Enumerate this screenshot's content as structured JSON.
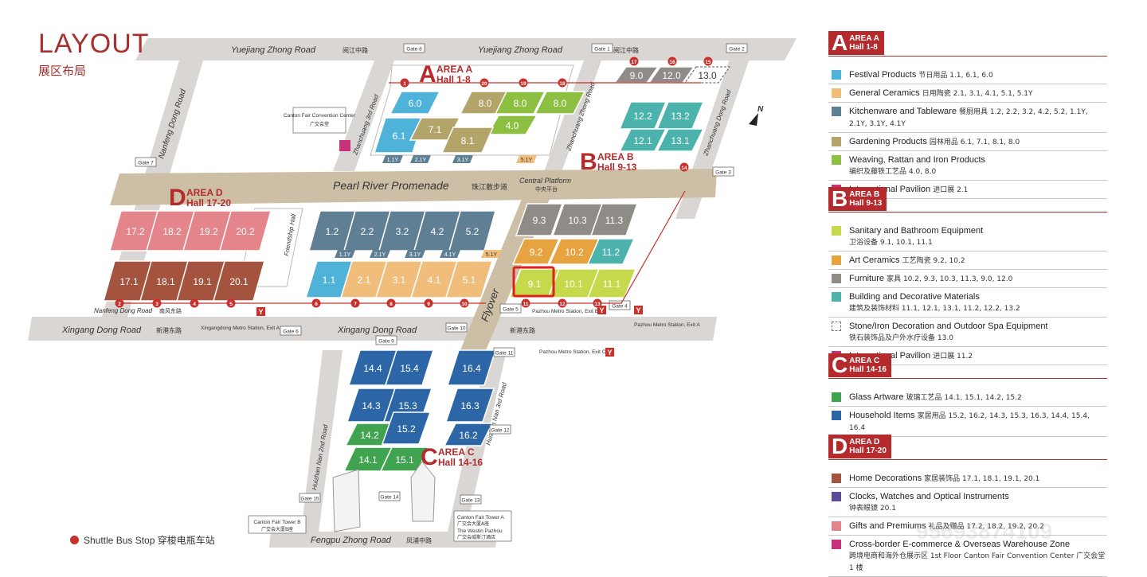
{
  "header": {
    "title": "LAYOUT",
    "subtitle": "展区布局"
  },
  "roads": {
    "yuejiang_left": "Yuejiang Zhong Road",
    "yuejiang_left_cn": "阅江中路",
    "yuejiang_right": "Yuejiang Zhong Road",
    "yuejiang_right_cn": "阅江中路",
    "nanfeng": "Nanfeng Dong Road",
    "nanfeng_low": "Nanfeng Dong Road",
    "nanfeng_low_cn": "南风东路",
    "xingang_left": "Xingang Dong Road",
    "xingang_left_cn": "新港东路",
    "xingang_mid": "Xingang Dong Road",
    "xingang_mid_cn": "新港东路",
    "zhanchuang3": "Zhanchuang 3rd Road",
    "zhanchuang_zhong": "Zhanchuang Zhong Road",
    "zhanchuang_dong": "Zhanchuang Dong Road",
    "huizhan2": "Huizhan Nan 2nd Road",
    "huizhan3": "Huizhan Nan 3rd Road",
    "fengpu": "Fengpu Zhong Road",
    "fengpu_cn": "凤浦中路",
    "pearl": "Pearl River Promenade",
    "pearl_cn": "珠江散步道",
    "central": "Central Platform",
    "central_cn": "中央平台",
    "flyover": "Flyover",
    "friendship": "Friendship Hall"
  },
  "areas": {
    "a": {
      "letter": "A",
      "name": "AREA A",
      "halls": "Hall 1-8"
    },
    "b": {
      "letter": "B",
      "name": "AREA B",
      "halls": "Hall 9-13"
    },
    "c": {
      "letter": "C",
      "name": "AREA C",
      "halls": "Hall 14-16"
    },
    "d": {
      "letter": "D",
      "name": "AREA D",
      "halls": "Hall 17-20"
    }
  },
  "gates": [
    "Gate 1",
    "Gate 2",
    "Gate 3",
    "Gate 4",
    "Gate 5",
    "Gate 6",
    "Gate 7",
    "Gate 8",
    "Gate 9",
    "Gate 10",
    "Gate 11",
    "Gate 12",
    "Gate 13",
    "Gate 14",
    "Gate 15"
  ],
  "places": {
    "convention": "Canton Fair Convention Center",
    "convention_cn": "广交会堂",
    "metro_xingangdong": "Xingangdong Metro Station, Exit A",
    "metro_pazhou_b": "Pazhou Metro Station, Exit B",
    "metro_pazhou_a": "Pazhou Metro Station, Exit A",
    "metro_pazhou_c": "Pazhou Metro Station, Exit C",
    "tower_b": "Canton Fair Tower B",
    "tower_b_cn": "广交会大厦B座",
    "tower_a": "Canton Fair Tower A",
    "tower_a_cn": "广交会大厦A座",
    "westin": "The Westin Pazhou",
    "westin_cn": "广交会威斯汀酒店"
  },
  "halls": [
    {
      "id": "6.0",
      "c": "#4fb3d9"
    },
    {
      "id": "8.0",
      "c": "#b3a46a"
    },
    {
      "id": "8.0b",
      "label": "8.0",
      "c": "#8dbf43"
    },
    {
      "id": "4.0",
      "c": "#8dbf43"
    },
    {
      "id": "8.0c",
      "label": "8.0",
      "c": "#8dbf43"
    },
    {
      "id": "6.1",
      "c": "#4fb3d9"
    },
    {
      "id": "7.1",
      "c": "#b3a46a"
    },
    {
      "id": "8.1",
      "c": "#b3a46a"
    },
    {
      "id": "9.0",
      "c": "#8f8b87"
    },
    {
      "id": "12.0",
      "c": "#8f8b87"
    },
    {
      "id": "13.0",
      "c": "none"
    },
    {
      "id": "12.2",
      "c": "#4bb3ac"
    },
    {
      "id": "13.2",
      "c": "#4bb3ac"
    },
    {
      "id": "12.1",
      "c": "#4bb3ac"
    },
    {
      "id": "13.1",
      "c": "#4bb3ac"
    },
    {
      "id": "17.2",
      "c": "#e3858a"
    },
    {
      "id": "18.2",
      "c": "#e3858a"
    },
    {
      "id": "19.2",
      "c": "#e3858a"
    },
    {
      "id": "20.2",
      "c": "#e3858a"
    },
    {
      "id": "17.1",
      "c": "#a4533f"
    },
    {
      "id": "18.1",
      "c": "#a4533f"
    },
    {
      "id": "19.1",
      "c": "#a4533f"
    },
    {
      "id": "20.1",
      "c": "#a4533f"
    },
    {
      "id": "1.2",
      "c": "#5f7f95"
    },
    {
      "id": "2.2",
      "c": "#5f7f95"
    },
    {
      "id": "3.2",
      "c": "#5f7f95"
    },
    {
      "id": "4.2",
      "c": "#5f7f95"
    },
    {
      "id": "5.2",
      "c": "#5f7f95"
    },
    {
      "id": "1.1",
      "c": "#4fb3d9"
    },
    {
      "id": "2.1",
      "c": "#f0be7a"
    },
    {
      "id": "3.1",
      "c": "#f0be7a"
    },
    {
      "id": "4.1",
      "c": "#f0be7a"
    },
    {
      "id": "5.1",
      "c": "#f0be7a"
    },
    {
      "id": "9.3",
      "c": "#8f8b87"
    },
    {
      "id": "10.3",
      "c": "#8f8b87"
    },
    {
      "id": "11.3",
      "c": "#8f8b87"
    },
    {
      "id": "9.2",
      "c": "#e8a341"
    },
    {
      "id": "10.2",
      "c": "#e8a341"
    },
    {
      "id": "11.2",
      "c": "#4bb3ac"
    },
    {
      "id": "9.1",
      "c": "#c5d94a"
    },
    {
      "id": "10.1",
      "c": "#c5d94a"
    },
    {
      "id": "11.1",
      "c": "#c5d94a"
    },
    {
      "id": "14.4",
      "c": "#2d66a6"
    },
    {
      "id": "15.4",
      "c": "#2d66a6"
    },
    {
      "id": "16.4",
      "c": "#2d66a6"
    },
    {
      "id": "14.3",
      "c": "#2d66a6"
    },
    {
      "id": "15.3",
      "c": "#2d66a6"
    },
    {
      "id": "16.3",
      "c": "#2d66a6"
    },
    {
      "id": "14.2",
      "c": "#3fa34f"
    },
    {
      "id": "15.2",
      "c": "#2d66a6"
    },
    {
      "id": "16.2",
      "c": "#2d66a6"
    },
    {
      "id": "14.1",
      "c": "#3fa34f"
    },
    {
      "id": "15.1",
      "c": "#3fa34f"
    }
  ],
  "minihalls": [
    "1.1Y",
    "2.1Y",
    "3.1Y",
    "5.1Y",
    "1.1Y",
    "2.1Y",
    "3.1Y",
    "4.1Y",
    "5.1Y"
  ],
  "stops": [
    "1",
    "2",
    "3",
    "4",
    "5",
    "6",
    "7",
    "8",
    "9",
    "10",
    "11",
    "12",
    "13",
    "14",
    "15",
    "16",
    "17",
    "18",
    "19",
    "20"
  ],
  "shuttle_label": "Shuttle Bus Stop 穿梭电瓶车站",
  "legend": {
    "a": {
      "letter": "A",
      "line1": "AREA A",
      "line2": "Hall 1-8",
      "items": [
        {
          "en": "Festival Products",
          "cn": "节日用品",
          "halls": "1.1, 6.1, 6.0",
          "color": "#4fb3d9"
        },
        {
          "en": "General Ceramics",
          "cn": "日用陶瓷",
          "halls": "2.1, 3.1, 4.1, 5.1, 5.1Y",
          "color": "#f0be7a"
        },
        {
          "en": "Kitchenware and Tableware",
          "cn": "餐厨用具",
          "halls": "1.2, 2.2, 3.2, 4.2, 5.2, 1.1Y, 2.1Y, 3.1Y, 4.1Y",
          "color": "#5f7f95"
        },
        {
          "en": "Gardening Products",
          "cn": "园林用品",
          "halls": "6.1, 7.1, 8.1, 8.0",
          "color": "#b3a46a"
        },
        {
          "en": "Weaving, Rattan and Iron Products",
          "cn": "编织及藤铁工艺品",
          "halls": "4.0, 8.0",
          "color": "#8dbf43"
        },
        {
          "en": "International Pavilion",
          "cn": "进口展",
          "halls": "2.1",
          "color": "#c8327a"
        }
      ]
    },
    "b": {
      "letter": "B",
      "line1": "AREA B",
      "line2": "Hall 9-13",
      "items": [
        {
          "en": "Sanitary and Bathroom Equipment",
          "cn": "卫浴设备",
          "halls": "9.1, 10.1, 11.1",
          "color": "#c5d94a"
        },
        {
          "en": "Art Ceramics",
          "cn": "工艺陶瓷",
          "halls": "9.2, 10.2",
          "color": "#e8a341"
        },
        {
          "en": "Furniture",
          "cn": "家具",
          "halls": "10.2, 9.3, 10.3, 11.3, 9.0, 12.0",
          "color": "#8f8b87"
        },
        {
          "en": "Building and Decorative Materials",
          "cn": "建筑及装饰材料",
          "halls": "11.1, 12.1, 13.1, 11.2, 12.2, 13.2",
          "color": "#4bb3ac"
        },
        {
          "en": "Stone/Iron Decoration and Outdoor Spa Equipment",
          "cn": "铁石装饰品及户外水疗设备",
          "halls": "13.0",
          "color": "dash"
        },
        {
          "en": "International Pavilion",
          "cn": "进口展",
          "halls": "11.2",
          "color": "#c8327a"
        }
      ]
    },
    "c": {
      "letter": "C",
      "line1": "AREA C",
      "line2": "Hall 14-16",
      "items": [
        {
          "en": "Glass Artware",
          "cn": "玻璃工艺品",
          "halls": "14.1, 15.1, 14.2, 15.2",
          "color": "#3fa34f"
        },
        {
          "en": "Household Items",
          "cn": "家居用品",
          "halls": "15.2, 16.2, 14.3, 15.3, 16.3, 14.4, 15.4, 16.4",
          "color": "#2d66a6"
        }
      ]
    },
    "d": {
      "letter": "D",
      "line1": "AREA D",
      "line2": "Hall 17-20",
      "items": [
        {
          "en": "Home Decorations",
          "cn": "家居装饰品",
          "halls": "17.1, 18.1, 19.1, 20.1",
          "color": "#a4533f"
        },
        {
          "en": "Clocks, Watches and Optical Instruments",
          "cn": "钟表眼镜",
          "halls": "20.1",
          "color": "#5b4b94"
        },
        {
          "en": "Gifts and Premiums",
          "cn": "礼品及赠品",
          "halls": "17.2, 18.2, 19.2, 20.2",
          "color": "#e3858a"
        },
        {
          "en": "Cross-border E-commerce & Overseas Warehouse Zone",
          "cn": "跨境电商和海外仓展示区",
          "halls": "1st Floor Canton Fair Convention Center 广交会堂 1 楼",
          "color": "#c8327a"
        }
      ]
    }
  },
  "watermark": "95693874109"
}
